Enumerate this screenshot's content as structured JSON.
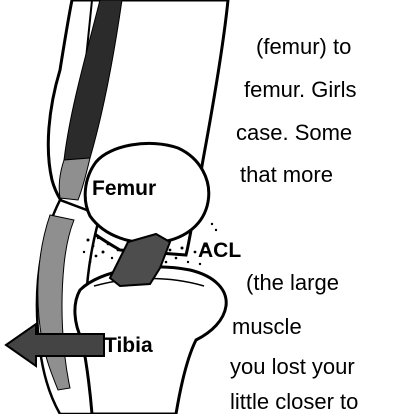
{
  "labels": {
    "femur": "Femur",
    "acl": "ACL",
    "tibia": "Tibia"
  },
  "text_fragments": [
    "(femur) to",
    "femur.  Girls",
    "case.  Some",
    "that more",
    "(the large",
    "muscle",
    "you lost your",
    "little closer to"
  ],
  "colors": {
    "background": "#ffffff",
    "muscle_dark": "#2b2b2b",
    "muscle_mid": "#8f8f8f",
    "ligament": "#4d4d4d",
    "arrow": "#444444",
    "outline": "#000000"
  },
  "icons": {
    "arrow": "left-arrow-icon"
  }
}
